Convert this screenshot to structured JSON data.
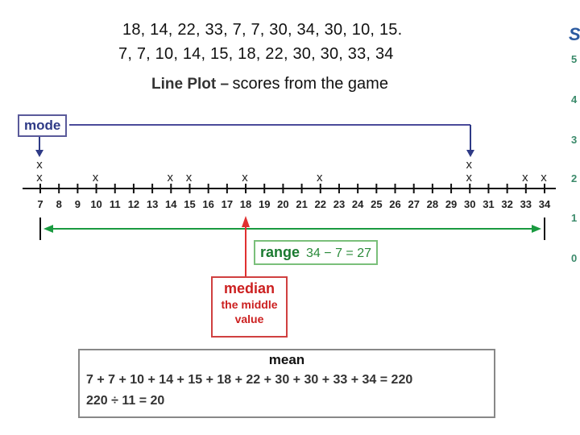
{
  "data_lines": {
    "unsorted": "18, 14, 22, 33, 7, 7, 30, 34, 30, 10, 15.",
    "sorted": "7, 7, 10, 14, 15, 18, 22, 30, 30, 33, 34"
  },
  "title": {
    "part1": "Line Plot –",
    "part2": "scores from the game"
  },
  "chart_data": {
    "type": "scatter",
    "subtype": "line-plot",
    "x_ticks": [
      7,
      8,
      9,
      10,
      11,
      12,
      13,
      14,
      15,
      16,
      17,
      18,
      19,
      20,
      21,
      22,
      23,
      24,
      25,
      26,
      27,
      28,
      29,
      30,
      31,
      32,
      33,
      34
    ],
    "xlim": [
      7,
      34
    ],
    "marker": "x",
    "stacks": [
      {
        "x": 7,
        "count": 2
      },
      {
        "x": 10,
        "count": 1
      },
      {
        "x": 14,
        "count": 1
      },
      {
        "x": 15,
        "count": 1
      },
      {
        "x": 18,
        "count": 1
      },
      {
        "x": 22,
        "count": 1
      },
      {
        "x": 30,
        "count": 2
      },
      {
        "x": 33,
        "count": 1
      },
      {
        "x": 34,
        "count": 1
      }
    ],
    "mode_values": [
      7,
      30
    ],
    "median_value": 18,
    "range_endpoints": [
      7,
      34
    ]
  },
  "annotations": {
    "mode": "mode",
    "range_label": "range",
    "range_expr": "34 − 7 = 27",
    "median_title": "median",
    "median_line1": "the middle",
    "median_line2": "value",
    "mean_title": "mean",
    "mean_sum": "7 + 7 + 10 + 14 + 15 + 18 + 22 + 30 + 30 + 33 + 34 = 220",
    "mean_div": "220 ÷ 11 = 20"
  },
  "right_edge": {
    "header": "S",
    "items": [
      "5",
      "4",
      "3",
      "2",
      "1",
      "0"
    ]
  },
  "colors": {
    "mode": "#2e3a86",
    "range": "#1a9a40",
    "median": "#e03030",
    "axis": "#111111"
  }
}
